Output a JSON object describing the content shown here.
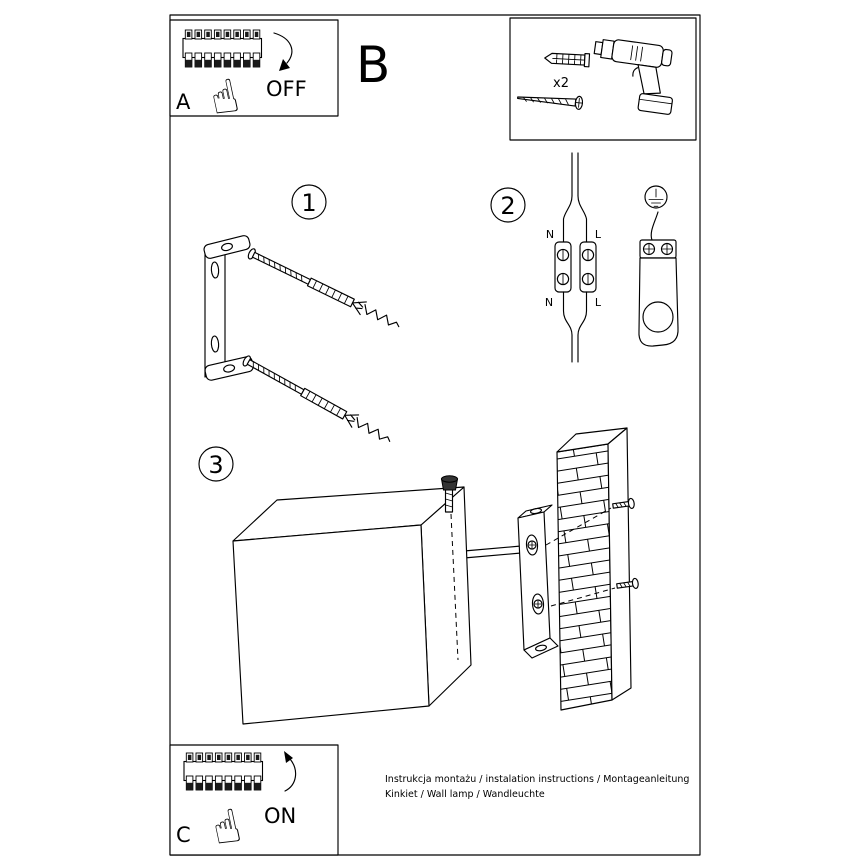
{
  "colors": {
    "ink": "#000000",
    "paper": "#ffffff"
  },
  "boxes": {
    "a": {
      "label": "A",
      "switch_state": "OFF"
    },
    "b": {
      "label": "B"
    },
    "c": {
      "label": "C",
      "switch_state": "ON"
    },
    "tools": {
      "anchor_quantity": "x2"
    }
  },
  "steps": {
    "one": "1",
    "two": "2",
    "three": "3"
  },
  "wiring": {
    "neutral": "N",
    "live": "L"
  },
  "icons": {
    "hand_pointing_up": "☝"
  },
  "footer": {
    "line1": "Instrukcja montażu / instalation instructions / Montageanleitung",
    "line2": "Kinkiet / Wall lamp / Wandleuchte"
  }
}
